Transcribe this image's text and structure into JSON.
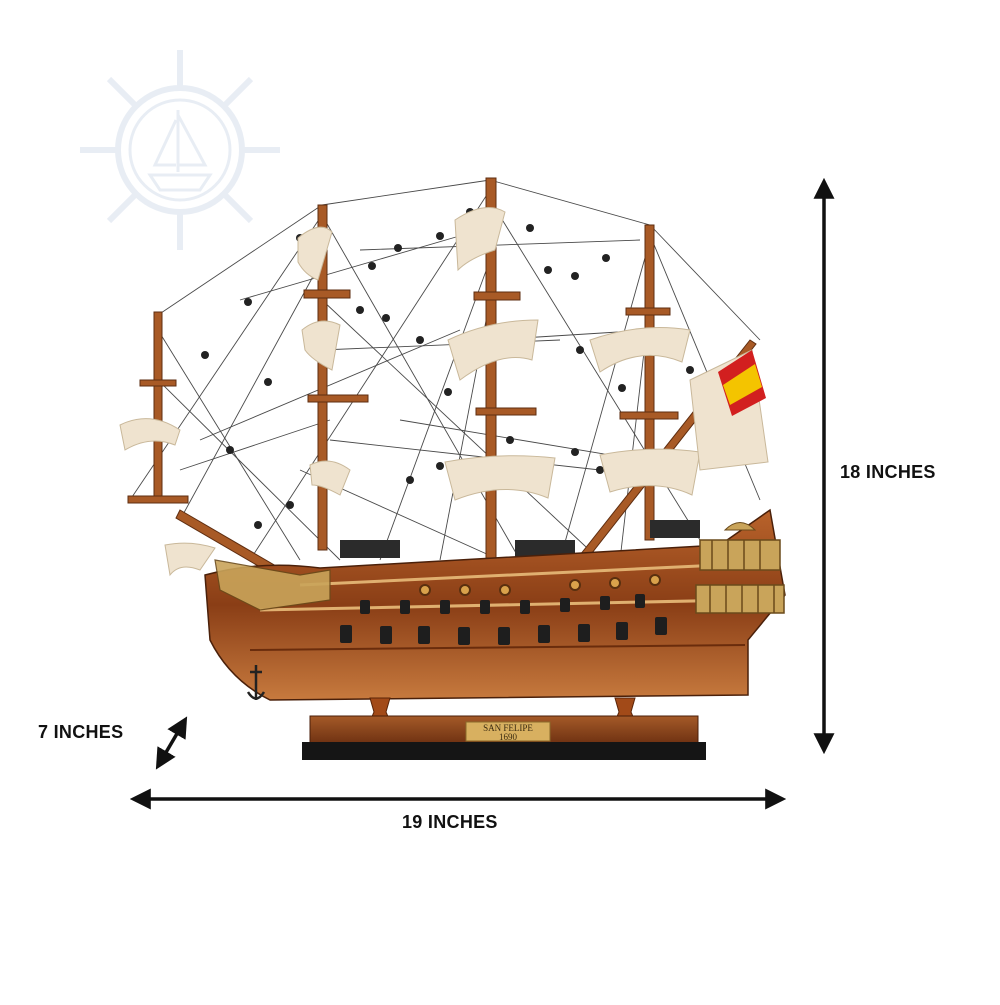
{
  "product": {
    "dimensions": {
      "height_label": "18 INCHES",
      "width_label": "19 INCHES",
      "depth_label": "7 INCHES"
    },
    "plaque": {
      "line1": "SAN FELIPE",
      "line2": "1690"
    },
    "colors": {
      "hull": "#8a3e16",
      "hull_light": "#c46a2e",
      "sail": "#efe3cf",
      "rigging": "#2a2a2a",
      "base": "#7a3a16",
      "flag_red": "#d21f1f",
      "flag_yellow": "#f4c400",
      "watermark": "#dfe6ef",
      "arrow": "#111111"
    },
    "watermark_icon": "ship-wheel-icon"
  }
}
